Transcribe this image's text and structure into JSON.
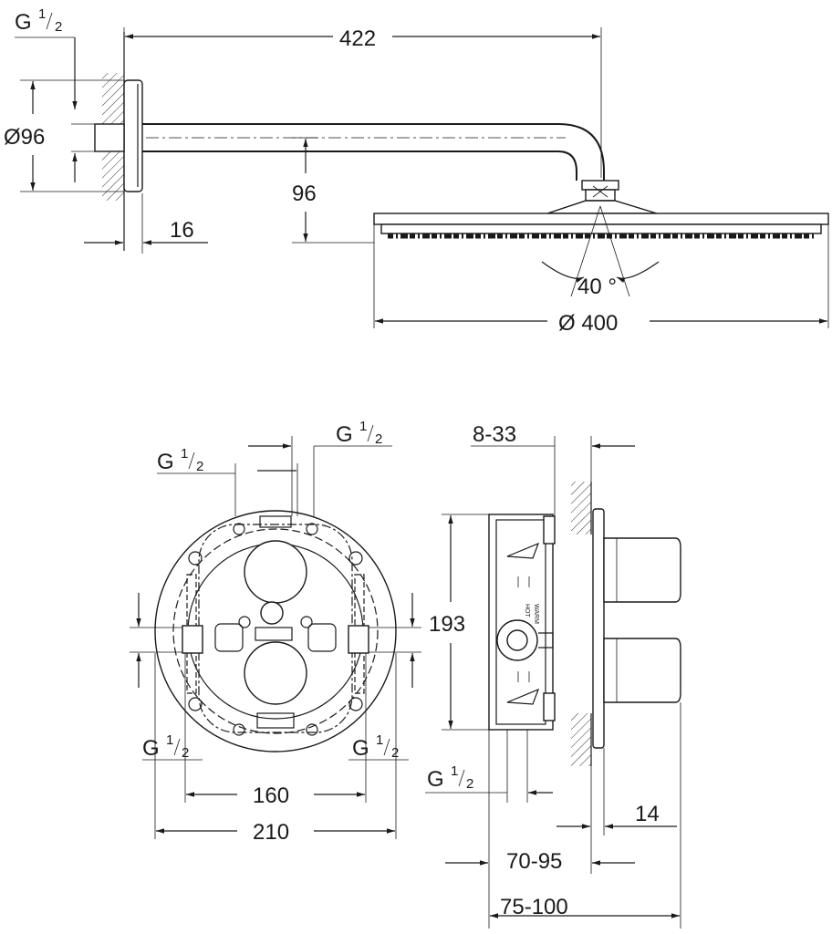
{
  "shower_arm_view": {
    "dim_length": "422",
    "dim_rose_diameter": "Ø96",
    "dim_height": "96",
    "dim_wall_offset": "16",
    "dim_head_diameter": "Ø 400",
    "dim_angle": "40 °",
    "thread_label_main": "G",
    "thread_label_sup": "1",
    "thread_label_sub": "2"
  },
  "valve_front_view": {
    "dim_spacing_inner": "160",
    "dim_spacing_outer": "210",
    "thread_main": "G",
    "thread_sup": "1",
    "thread_sub": "2"
  },
  "valve_side_view": {
    "dim_height": "193",
    "dim_wall_adjust": "8-33",
    "dim_trim": "14",
    "dim_depth_short": "70-95",
    "dim_depth_long": "75-100",
    "body_text_warm": "WARM",
    "body_text_hot": "HOT",
    "thread_main": "G",
    "thread_sup": "1",
    "thread_sub": "2"
  }
}
